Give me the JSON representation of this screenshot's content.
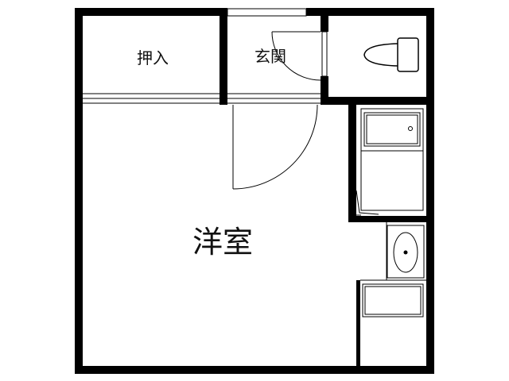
{
  "floor_plan": {
    "rooms": {
      "closet": {
        "label": "押入"
      },
      "entrance": {
        "label": "玄関"
      },
      "western_room": {
        "label": "洋室"
      }
    },
    "fixtures": [
      "toilet-icon",
      "bathtub-icon",
      "washbasin-icon",
      "kitchen-counter-icon"
    ],
    "colors": {
      "wall": "#000000",
      "background": "#ffffff",
      "line": "#111111"
    }
  }
}
